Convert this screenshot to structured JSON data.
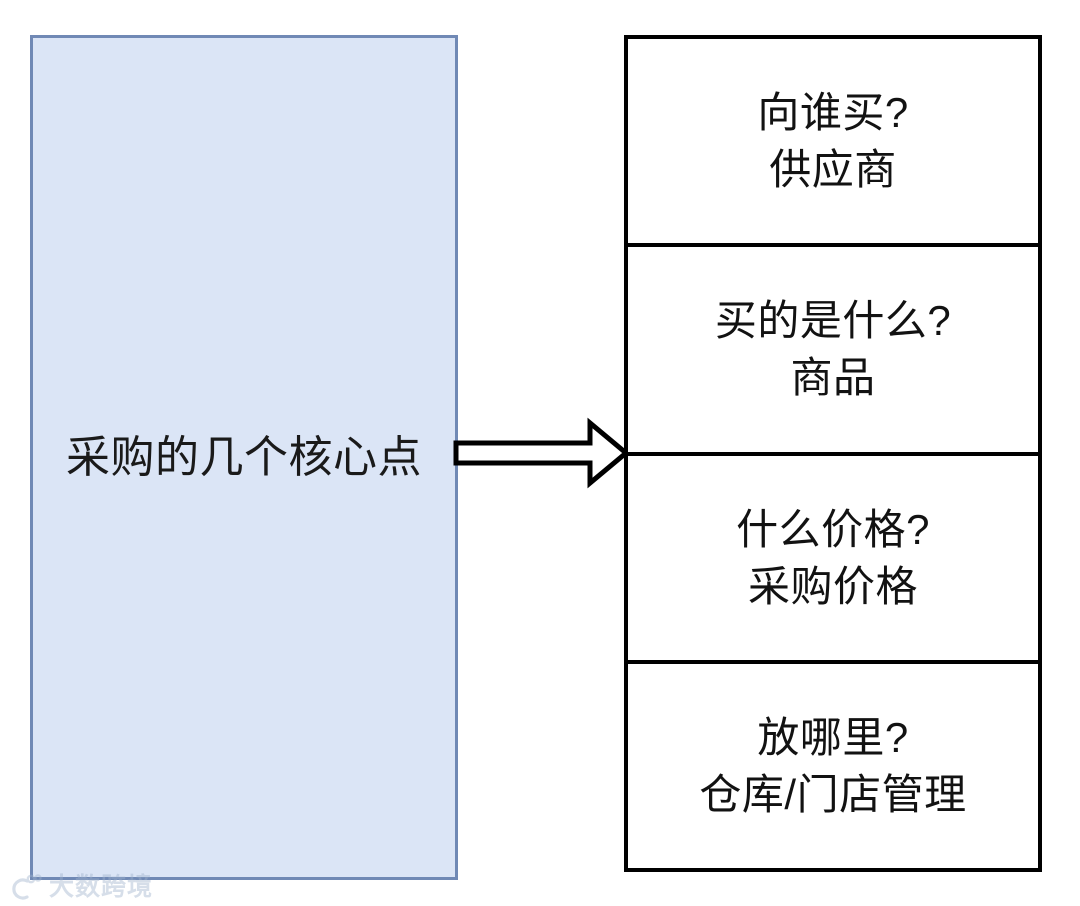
{
  "diagram": {
    "type": "flow",
    "source": {
      "label": "采购的几个核心点",
      "fill_color": "#dbe5f6",
      "border_color": "#7089b5"
    },
    "connector": {
      "kind": "block-arrow",
      "direction": "right",
      "stroke_color": "#000000",
      "fill_color": "#ffffff"
    },
    "targets": [
      {
        "question": "向谁买?",
        "answer": "供应商"
      },
      {
        "question": "买的是什么?",
        "answer": "商品"
      },
      {
        "question": "什么价格?",
        "answer": "采购价格"
      },
      {
        "question": "放哪里?",
        "answer": "仓库/门店管理"
      }
    ],
    "target_border_color": "#000000",
    "target_fill_color": "#ffffff"
  },
  "watermark": {
    "text": "大数跨境",
    "logo_name": "da-shu-kua-jing-logo",
    "color": "#9fb2cd"
  }
}
